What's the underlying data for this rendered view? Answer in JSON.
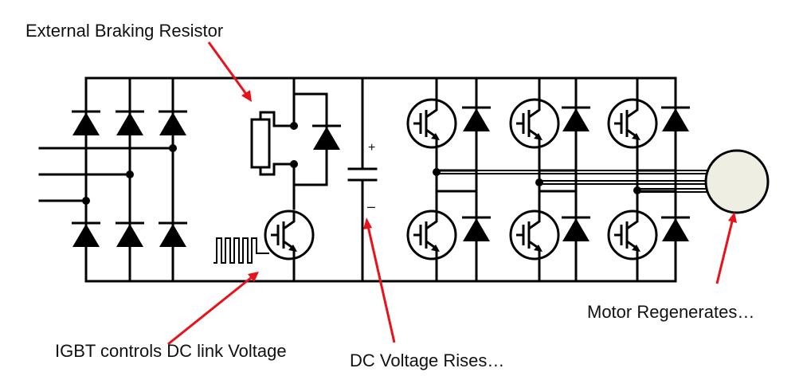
{
  "labels": {
    "braking_resistor": "External Braking Resistor",
    "igbt_controls": "IGBT controls DC link Voltage",
    "dc_voltage_rises": "DC Voltage Rises…",
    "motor_regenerates": "Motor Regenerates…",
    "cap_plus": "+",
    "cap_minus": "–"
  },
  "colors": {
    "wire": "#000000",
    "arrow": "#e8121b",
    "motor_fill": "#efeee3"
  }
}
